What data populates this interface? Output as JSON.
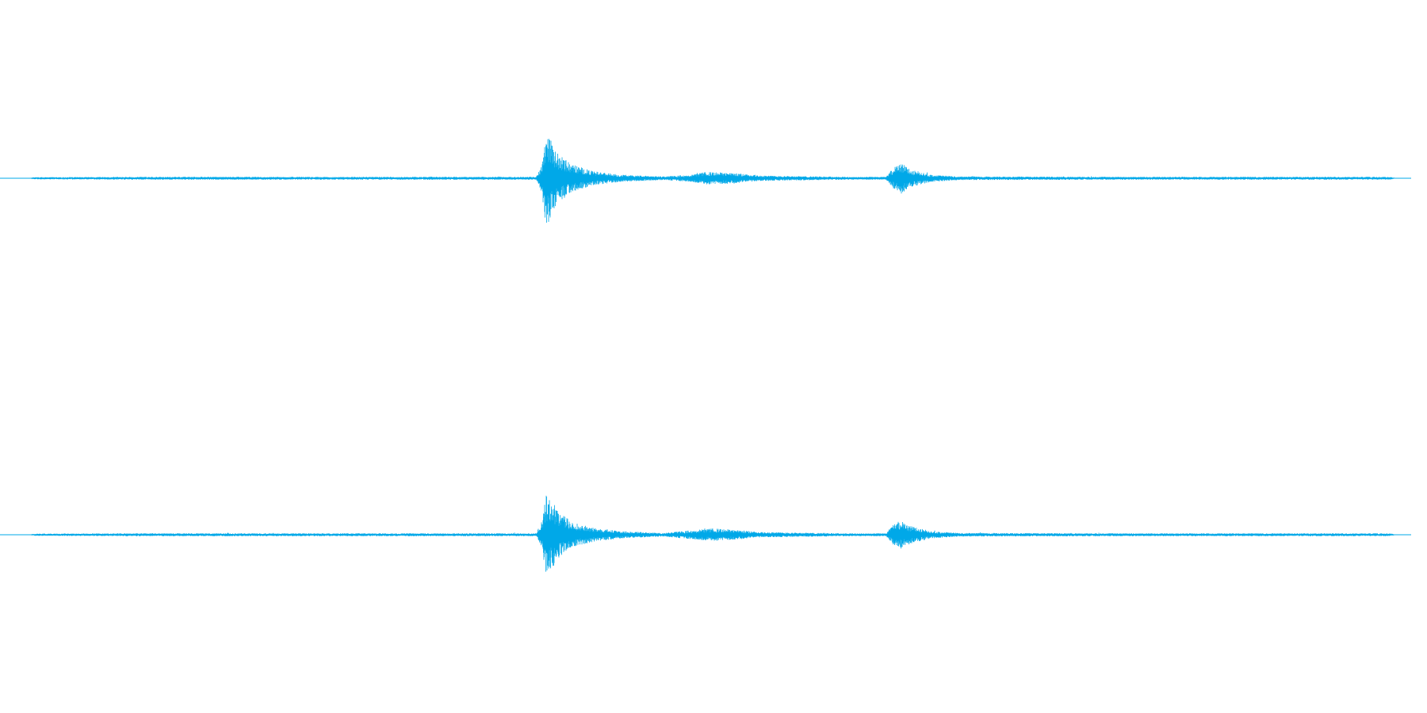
{
  "chart_data": {
    "type": "area",
    "title": "",
    "xlabel": "",
    "ylabel": "",
    "grid": false,
    "legend": "none",
    "ylim": [
      -1,
      1
    ],
    "xlim": [
      0,
      1
    ],
    "color": "#00a8e8",
    "channels": [
      {
        "envelope": [
          [
            0.0,
            0.0
          ],
          [
            0.02,
            0.0
          ],
          [
            0.024,
            0.006
          ],
          [
            0.1,
            0.008
          ],
          [
            0.2,
            0.008
          ],
          [
            0.3,
            0.008
          ],
          [
            0.38,
            0.008
          ],
          [
            0.384,
            0.08
          ],
          [
            0.387,
            0.28
          ],
          [
            0.39,
            0.22
          ],
          [
            0.395,
            0.14
          ],
          [
            0.405,
            0.08
          ],
          [
            0.42,
            0.04
          ],
          [
            0.44,
            0.02
          ],
          [
            0.47,
            0.01
          ],
          [
            0.49,
            0.02
          ],
          [
            0.5,
            0.035
          ],
          [
            0.52,
            0.03
          ],
          [
            0.54,
            0.015
          ],
          [
            0.6,
            0.008
          ],
          [
            0.628,
            0.008
          ],
          [
            0.632,
            0.05
          ],
          [
            0.638,
            0.09
          ],
          [
            0.645,
            0.05
          ],
          [
            0.66,
            0.02
          ],
          [
            0.68,
            0.01
          ],
          [
            0.8,
            0.008
          ],
          [
            0.9,
            0.008
          ],
          [
            0.985,
            0.008
          ],
          [
            0.99,
            0.0
          ],
          [
            1.0,
            0.0
          ]
        ]
      },
      {
        "envelope": [
          [
            0.0,
            0.0
          ],
          [
            0.02,
            0.0
          ],
          [
            0.024,
            0.006
          ],
          [
            0.1,
            0.008
          ],
          [
            0.2,
            0.008
          ],
          [
            0.3,
            0.008
          ],
          [
            0.38,
            0.008
          ],
          [
            0.384,
            0.08
          ],
          [
            0.387,
            0.22
          ],
          [
            0.392,
            0.18
          ],
          [
            0.398,
            0.12
          ],
          [
            0.405,
            0.07
          ],
          [
            0.42,
            0.04
          ],
          [
            0.44,
            0.02
          ],
          [
            0.47,
            0.01
          ],
          [
            0.49,
            0.025
          ],
          [
            0.505,
            0.035
          ],
          [
            0.52,
            0.028
          ],
          [
            0.54,
            0.015
          ],
          [
            0.6,
            0.008
          ],
          [
            0.628,
            0.008
          ],
          [
            0.632,
            0.05
          ],
          [
            0.638,
            0.08
          ],
          [
            0.645,
            0.05
          ],
          [
            0.66,
            0.02
          ],
          [
            0.68,
            0.01
          ],
          [
            0.8,
            0.008
          ],
          [
            0.9,
            0.008
          ],
          [
            0.985,
            0.008
          ],
          [
            0.99,
            0.0
          ],
          [
            1.0,
            0.0
          ]
        ]
      }
    ]
  }
}
